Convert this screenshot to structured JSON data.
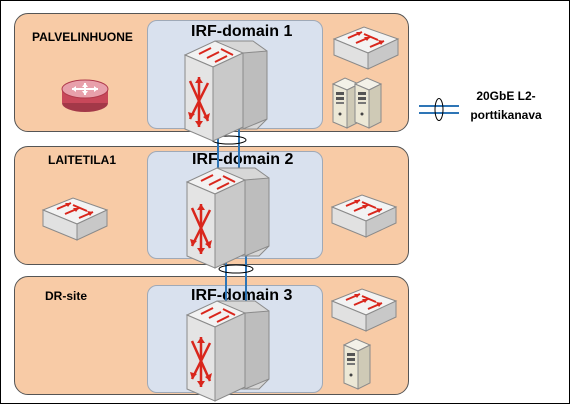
{
  "zones": [
    {
      "label": "PALVELINHUONE",
      "domain_title": "IRF-domain 1"
    },
    {
      "label": "LAITETILA1",
      "domain_title": "IRF-domain 2"
    },
    {
      "label": "DR-site",
      "domain_title": "IRF-domain 3"
    }
  ],
  "legend": {
    "line1": "20GbE L2-",
    "line2": "porttikanava"
  },
  "colors": {
    "zone_fill": "#f8cba6",
    "domain_fill": "#d9e1ee",
    "link_color": "#2e75b6",
    "arrow_color": "#d9261c",
    "router_color": "#c8485a"
  },
  "icons": [
    "core-switch-icon",
    "access-switch-icon",
    "router-icon",
    "server-icon"
  ]
}
